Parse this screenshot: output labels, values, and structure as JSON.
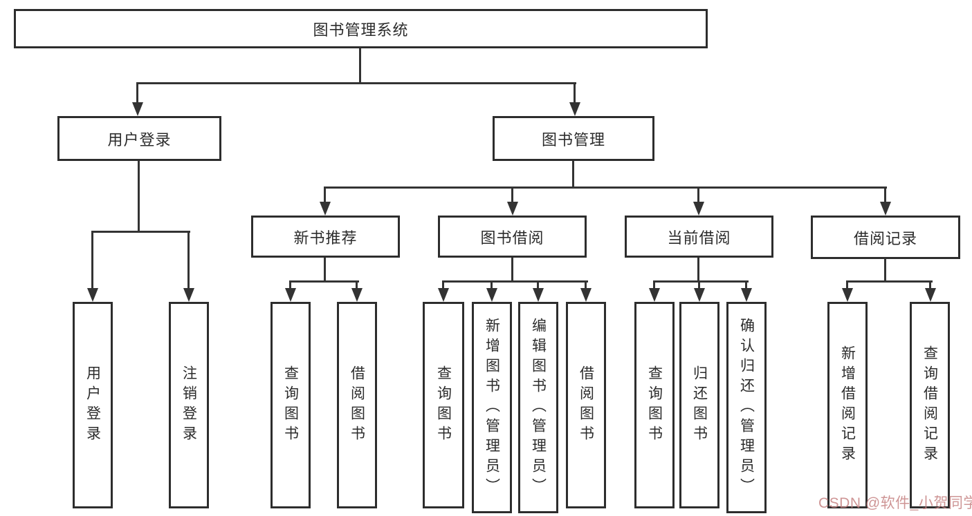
{
  "diagram": {
    "title": "图书管理系统",
    "root": {
      "label": "图书管理系统"
    },
    "level2": {
      "user_login": {
        "label": "用户登录"
      },
      "book_management": {
        "label": "图书管理"
      }
    },
    "level3": {
      "new_book_recommendation": {
        "label": "新书推荐"
      },
      "book_borrowing": {
        "label": "图书借阅"
      },
      "current_borrowing": {
        "label": "当前借阅"
      },
      "borrowing_records": {
        "label": "借阅记录"
      }
    },
    "leaves": {
      "user_login": {
        "label": "用户登录"
      },
      "logout": {
        "label": "注销登录"
      },
      "query_books_1": {
        "label": "查询图书"
      },
      "borrow_books_1": {
        "label": "借阅图书"
      },
      "query_books_2": {
        "label": "查询图书"
      },
      "add_books_admin": {
        "label": "新增图书（管理员）"
      },
      "edit_books_admin": {
        "label": "编辑图书（管理员）"
      },
      "borrow_books_2": {
        "label": "借阅图书"
      },
      "query_books_3": {
        "label": "查询图书"
      },
      "return_books": {
        "label": "归还图书"
      },
      "confirm_return_admin": {
        "label": "确认归还（管理员）"
      },
      "add_borrow_record": {
        "label": "新增借阅记录"
      },
      "query_borrow_record": {
        "label": "查询借阅记录"
      }
    }
  },
  "watermark": {
    "text": "CSDN @软件_小贺同学",
    "color": "#c58282"
  },
  "colors": {
    "line": "#333333",
    "box_border": "#2d2d2d",
    "background": "#ffffff",
    "text": "#2b2b2b"
  }
}
